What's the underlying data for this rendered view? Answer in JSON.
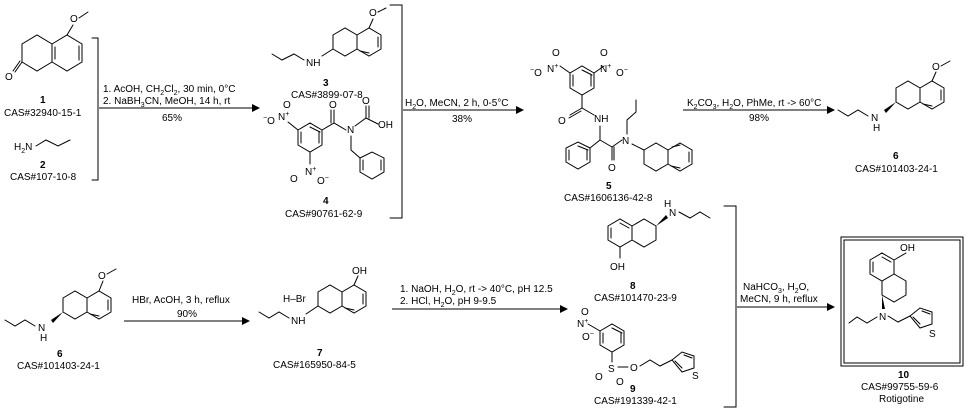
{
  "compounds": {
    "c1": {
      "number": "1",
      "cas": "CAS#32940-15-1"
    },
    "c2": {
      "number": "2",
      "cas": "CAS#107-10-8",
      "formula_prefix": "H",
      "formula_sub": "2",
      "formula_rest": "N"
    },
    "c3": {
      "number": "3",
      "cas": "CAS#3899-07-8"
    },
    "c4": {
      "number": "4",
      "cas": "CAS#90761-62-9"
    },
    "c5": {
      "number": "5",
      "cas": "CAS#1606136-42-8"
    },
    "c6a": {
      "number": "6",
      "cas": "CAS#101403-24-1"
    },
    "c6b": {
      "number": "6",
      "cas": "CAS#101403-24-1"
    },
    "c7": {
      "number": "7",
      "cas": "CAS#165950-84-5",
      "salt": "H–Br"
    },
    "c8": {
      "number": "8",
      "cas": "CAS#101470-23-9"
    },
    "c9": {
      "number": "9",
      "cas": "CAS#191339-42-1"
    },
    "c10": {
      "number": "10",
      "cas": "CAS#99755-59-6",
      "name": "Rotigotine"
    }
  },
  "atoms": {
    "O": "O",
    "OH": "OH",
    "N": "N",
    "H": "H",
    "NH": "NH",
    "S": "S",
    "N_plus": "N",
    "O_minus": "O",
    "plus": "+",
    "minus": "−"
  },
  "reactions": {
    "r1": {
      "line1": "1. AcOH, CH",
      "line1_sub": "2",
      "line1_b": "Cl",
      "line1_sub2": "2",
      "line1_c": ", 30 min, 0°C",
      "line2": "2. NaBH",
      "line2_sub": "3",
      "line2_b": "CN, MeOH, 14 h, rt",
      "yield": "65%"
    },
    "r2": {
      "a": "H",
      "sub": "2",
      "b": "O, MeCN, 2 h, 0-5°C",
      "yield": "38%"
    },
    "r3": {
      "a": "K",
      "sub1": "2",
      "b": "CO",
      "sub2": "3",
      "c": ", H",
      "sub3": "2",
      "d": "O, PhMe, rt -> 60°C",
      "yield": "98%"
    },
    "r4": {
      "text": "HBr, AcOH, 3 h, reflux",
      "yield": "90%"
    },
    "r5": {
      "l1a": "1. NaOH, H",
      "l1sub": "2",
      "l1b": "O, rt -> 40°C, pH 12.5",
      "l2a": "2. HCl, H",
      "l2sub": "2",
      "l2b": "O, pH 9-9.5"
    },
    "r6": {
      "l1a": "NaHCO",
      "l1sub": "3",
      "l1b": ", H",
      "l1sub2": "2",
      "l1c": "O,",
      "l2": "MeCN, 9 h, reflux"
    }
  }
}
